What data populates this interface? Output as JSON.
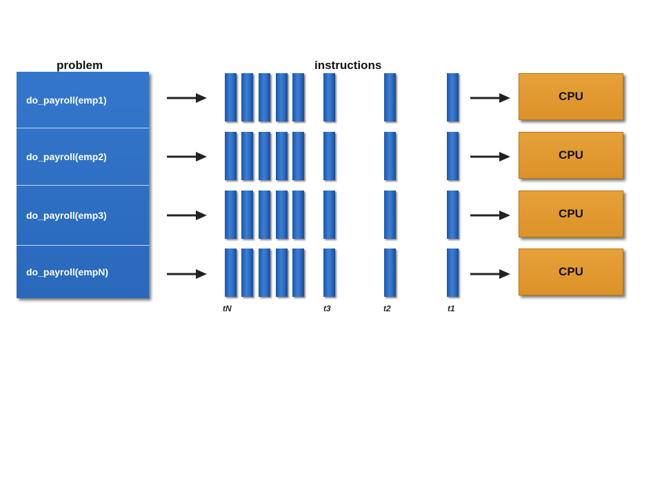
{
  "headers": {
    "problem": "problem",
    "instructions": "instructions"
  },
  "problem_rows": [
    "do_payroll(emp1)",
    "do_payroll(emp2)",
    "do_payroll(emp3)",
    "do_payroll(empN)"
  ],
  "cpu_label": "CPU",
  "time_labels": {
    "tN": "tN",
    "t3": "t3",
    "t2": "t2",
    "t1": "t1"
  },
  "colors": {
    "problem_blue": "#3377cc",
    "instruction_blue": "#2c6cc4",
    "cpu_orange": "#e6a13a"
  }
}
